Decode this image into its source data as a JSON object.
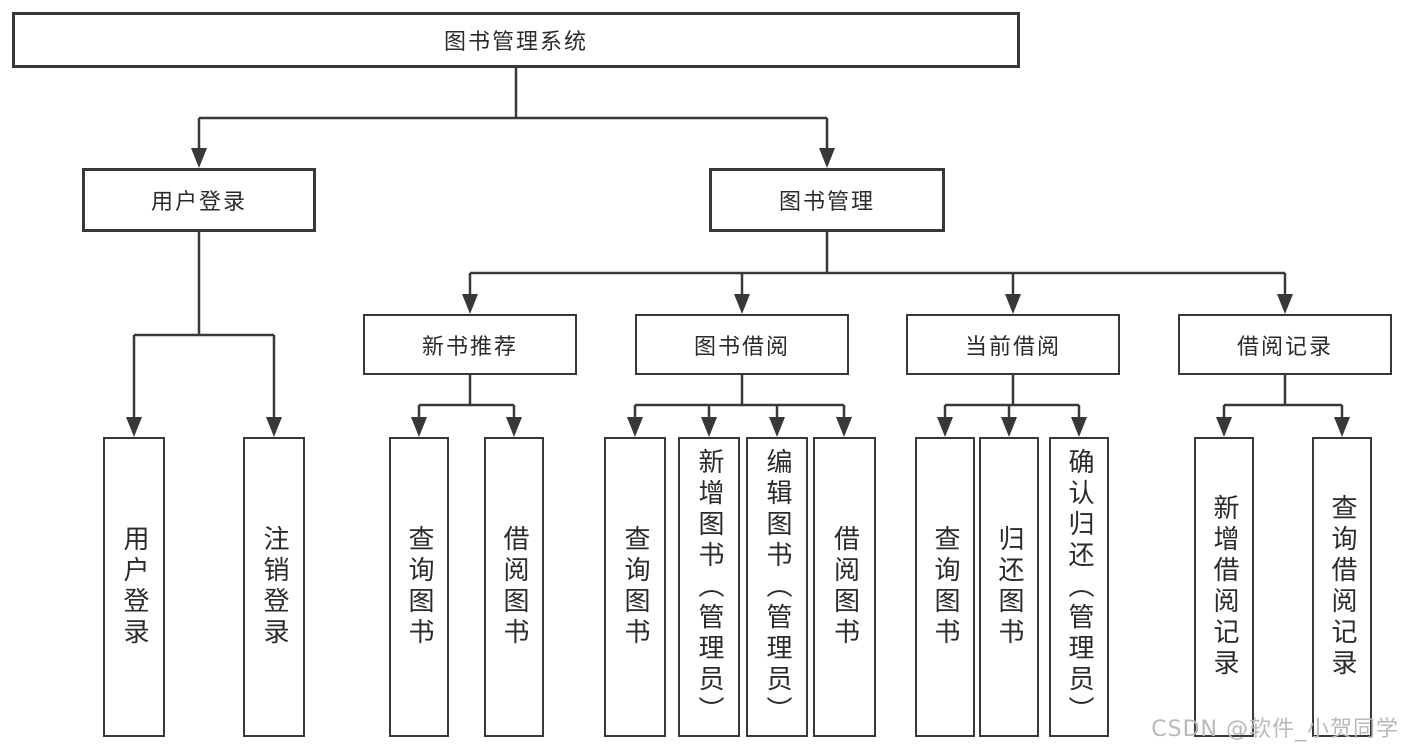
{
  "diagram": {
    "root": {
      "label": "图书管理系统"
    },
    "branches": [
      {
        "label": "用户登录",
        "children": [
          {
            "label": "用户登录"
          },
          {
            "label": "注销登录"
          }
        ]
      },
      {
        "label": "图书管理",
        "children": [
          {
            "label": "新书推荐",
            "children": [
              {
                "label": "查询图书"
              },
              {
                "label": "借阅图书"
              }
            ]
          },
          {
            "label": "图书借阅",
            "children": [
              {
                "label": "查询图书"
              },
              {
                "label": "新增图书（管理员）"
              },
              {
                "label": "编辑图书（管理员）"
              },
              {
                "label": "借阅图书"
              }
            ]
          },
          {
            "label": "当前借阅",
            "children": [
              {
                "label": "查询图书"
              },
              {
                "label": "归还图书"
              },
              {
                "label": "确认归还（管理员）"
              }
            ]
          },
          {
            "label": "借阅记录",
            "children": [
              {
                "label": "新增借阅记录"
              },
              {
                "label": "查询借阅记录"
              }
            ]
          }
        ]
      }
    ]
  },
  "watermark": {
    "text": "CSDN @软件_小贺同学"
  },
  "colors": {
    "line": "#383838",
    "text": "#2b2b2b",
    "background": "#ffffff",
    "watermark": "#b9b9b9"
  }
}
